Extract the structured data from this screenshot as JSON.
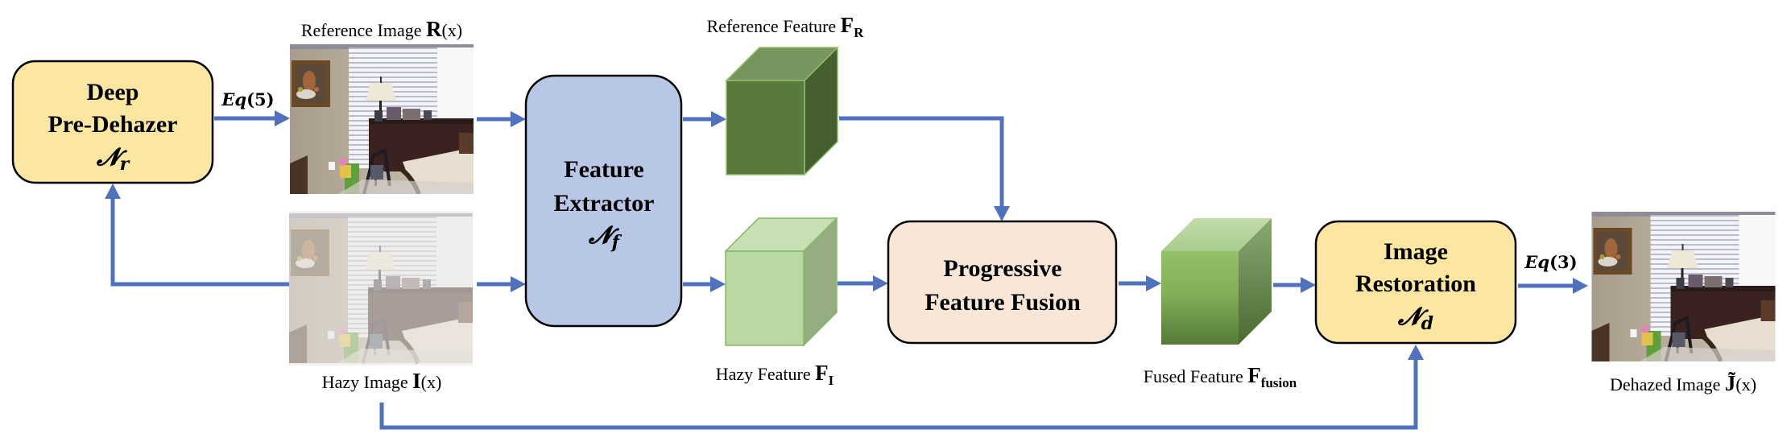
{
  "figure": {
    "title": "Dehazing framework with deep pre-dehazer and progressive feature fusion",
    "colors": {
      "arrow": "#4f71be",
      "yellow_box": "#fbe6a2",
      "blue_box": "#b7c7e5",
      "peach_box": "#f8e6d7",
      "box_border": "#000000",
      "ref_cube_front": "#5a7a3b",
      "ref_cube_top": "#78955f",
      "ref_cube_side": "#475f2e",
      "hazy_cube_front": "#bad8a3",
      "hazy_cube_top": "#c7e0b3",
      "hazy_cube_side": "#95ad80",
      "fused_cube_light": "#93c06a",
      "fused_cube_dark": "#557a37"
    }
  },
  "modules": {
    "pre_dehazer": {
      "line1": "Deep",
      "line2": "Pre-Dehazer",
      "symbol": "𝓝",
      "sub": "r"
    },
    "feature_extractor": {
      "line1": "Feature",
      "line2": "Extractor",
      "symbol": "𝓝",
      "sub": "f"
    },
    "fusion": {
      "line1": "Progressive",
      "line2": "Feature Fusion"
    },
    "restoration": {
      "line1": "Image",
      "line2": "Restoration",
      "symbol": "𝓝",
      "sub": "d"
    }
  },
  "images": {
    "reference": {
      "label": "Reference Image ",
      "symbol": "R",
      "arg": "(x)",
      "style": "clear"
    },
    "hazy": {
      "label": "Hazy Image ",
      "symbol": "I",
      "arg": "(x)",
      "style": "hazy"
    },
    "dehazed": {
      "label": "Dehazed Image ",
      "symbol": "J̃",
      "arg": "(x)",
      "style": "clear"
    }
  },
  "features": {
    "reference": {
      "label": "Reference Feature ",
      "symbol": "F",
      "sub": "R"
    },
    "hazy": {
      "label": "Hazy Feature ",
      "symbol": "F",
      "sub": "I"
    },
    "fused": {
      "label": "Fused Feature ",
      "symbol": "F",
      "sub": "fusion"
    }
  },
  "equations": {
    "pre_dehaze": {
      "name": "Eq",
      "num": "(5)"
    },
    "restore": {
      "name": "Eq",
      "num": "(3)"
    }
  }
}
